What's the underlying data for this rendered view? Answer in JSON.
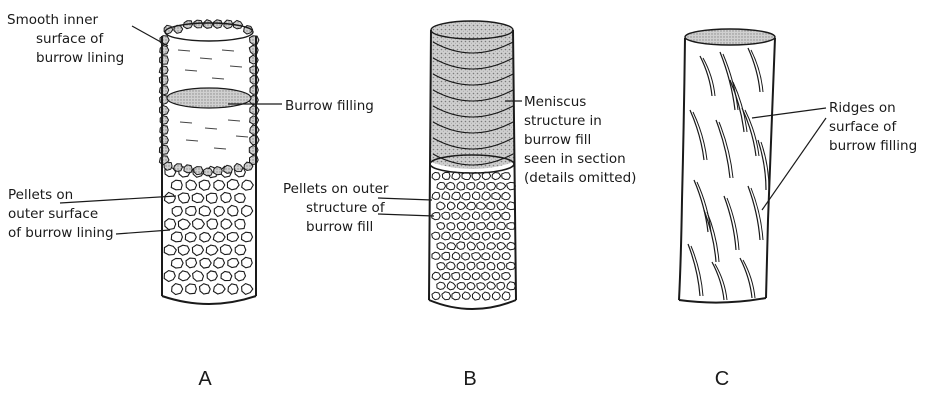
{
  "panels": [
    {
      "letter": "A",
      "labels": {
        "smooth": [
          "Smooth inner",
          "surface of",
          "burrow lining"
        ],
        "filling": "Burrow filling",
        "pellets": [
          "Pellets on",
          "outer surface",
          "of burrow lining"
        ]
      }
    },
    {
      "letter": "B",
      "labels": {
        "meniscus": [
          "Meniscus",
          "structure in",
          "burrow fill",
          "seen in section",
          "(details omitted)"
        ],
        "pellets": [
          "Pellets on outer",
          "structure of",
          "burrow fill"
        ]
      }
    },
    {
      "letter": "C",
      "labels": {
        "ridges": [
          "Ridges on",
          "surface of",
          "burrow filling"
        ]
      }
    }
  ],
  "colors": {
    "ink": "#1a1a1a",
    "stipple": "#c9c9c9",
    "background": "#ffffff"
  }
}
